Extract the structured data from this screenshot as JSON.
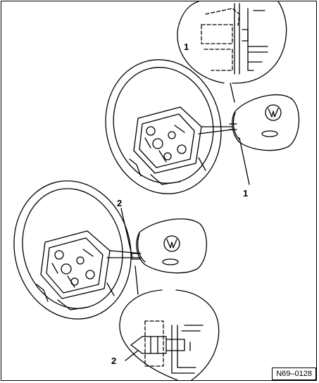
{
  "callouts": {
    "top_detail": "1",
    "top_wheel": "1",
    "bottom_wheel": "2",
    "bottom_detail": "2"
  },
  "figure_ref": "N69–0128"
}
